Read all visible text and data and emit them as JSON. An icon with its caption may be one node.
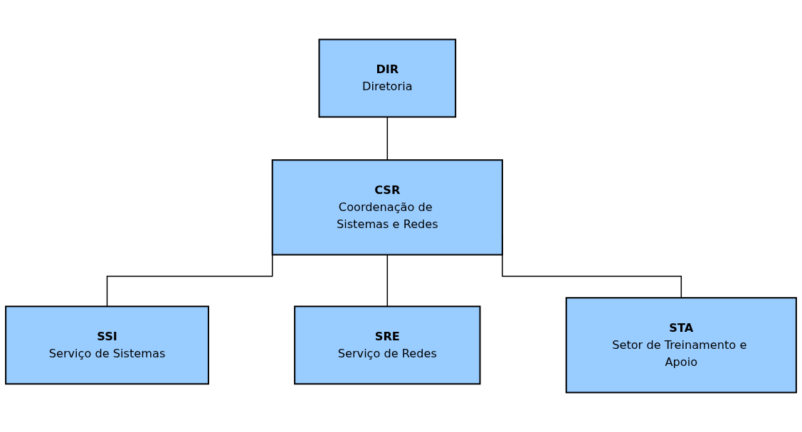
{
  "diagram": {
    "nodes": [
      {
        "text": [
          "DIR",
          "Diretoria"
        ]
      },
      {
        "text": [
          "CSR",
          "Coordenação de Sistemas e Redes"
        ]
      },
      {
        "text": [
          "SSI",
          "Serviço de Sistemas"
        ]
      },
      {
        "text": [
          "SRE",
          "Serviço de Redes"
        ]
      },
      {
        "text": [
          "STA",
          "Setor de Treinamento e Apoio"
        ]
      }
    ],
    "edges": [
      {
        "from": 0,
        "to": 1,
        "arrow": "none"
      },
      {
        "from": 1,
        "to": 2,
        "arrow": "none"
      },
      {
        "from": 1,
        "to": 3,
        "arrow": "none"
      },
      {
        "from": 1,
        "to": 4,
        "arrow": "none"
      }
    ]
  }
}
